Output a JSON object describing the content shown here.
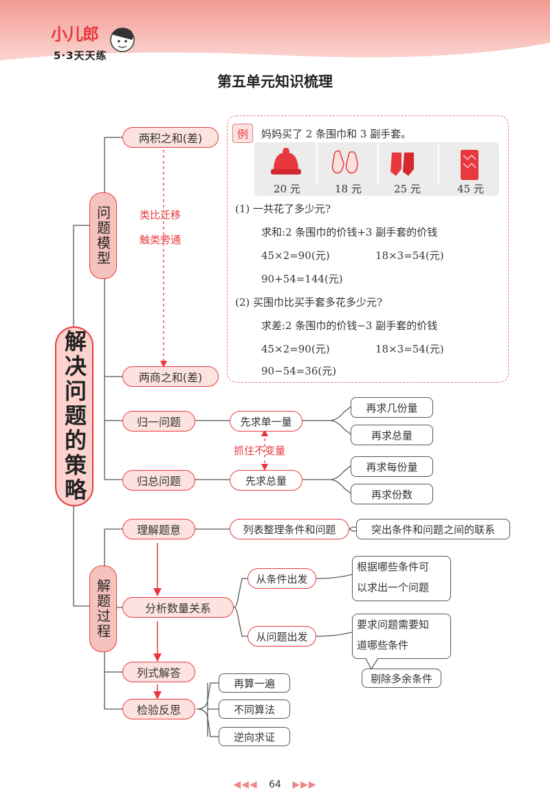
{
  "brand": {
    "name": "小儿郎",
    "series": "5·3天天练"
  },
  "title": "第五单元知识梳理",
  "main_topic": "解决问题的策略",
  "branches": {
    "model": "问题模型",
    "process": "解题过程"
  },
  "model_items": {
    "product_sum": "两积之和(差)",
    "quotient_sum": "两商之和(差)",
    "unit": "归一问题",
    "total": "归总问题"
  },
  "notes": {
    "analogy1": "类比迁移",
    "analogy2": "触类旁通",
    "invariant": "抓住不变量"
  },
  "unit_flow": {
    "first": "先求单一量",
    "a": "再求几份量",
    "b": "再求总量"
  },
  "total_flow": {
    "first": "先求总量",
    "a": "再求每份量",
    "b": "再求份数"
  },
  "example": {
    "tag": "例",
    "prompt": "妈妈买了 2 条围巾和 3 副手套。",
    "prices": [
      "20 元",
      "18 元",
      "25 元",
      "45 元"
    ],
    "q1": "(1) 一共花了多少元?",
    "q1_l1": "求和:2 条围巾的价钱+3 副手套的价钱",
    "q1_l2a": "45×2=90(元)",
    "q1_l2b": "18×3=54(元)",
    "q1_l3": "90+54=144(元)",
    "q2": "(2) 买围巾比买手套多花多少元?",
    "q2_l1": "求差:2 条围巾的价钱−3 副手套的价钱",
    "q2_l2a": "45×2=90(元)",
    "q2_l2b": "18×3=54(元)",
    "q2_l3": "90−54=36(元)"
  },
  "process_steps": {
    "understand": "理解题意",
    "analyze": "分析数量关系",
    "solve": "列式解答",
    "check": "检验反思"
  },
  "understand_flow": {
    "a": "列表整理条件和问题",
    "b": "突出条件和问题之间的联系"
  },
  "analyze_flow": {
    "from_cond": "从条件出发",
    "from_cond_note_1": "根据哪些条件可",
    "from_cond_note_2": "以求出一个问题",
    "from_q": "从问题出发",
    "from_q_note_1": "要求问题需要知",
    "from_q_note_2": "道哪些条件",
    "remove": "剔除多余条件"
  },
  "check_flow": {
    "a": "再算一遍",
    "b": "不同算法",
    "c": "逆向求证"
  },
  "page_number": "64",
  "colors": {
    "accent": "#e8383d",
    "pill_fill": "#fde3e0",
    "header": "#f7a8a3"
  }
}
